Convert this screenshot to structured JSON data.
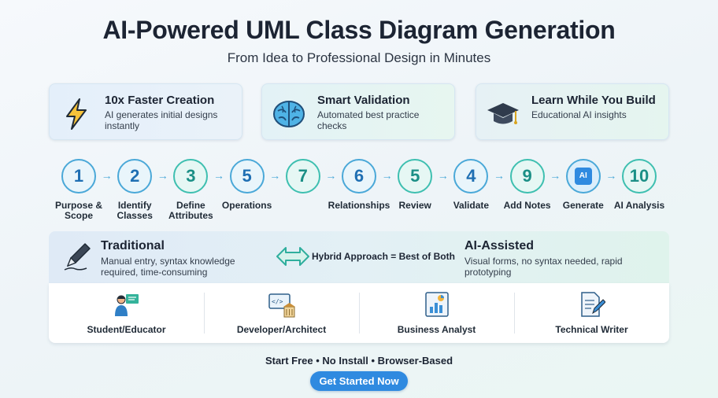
{
  "header": {
    "title": "AI-Powered UML Class Diagram Generation",
    "subtitle": "From Idea to Professional Design in Minutes"
  },
  "features": [
    {
      "title": "10x Faster Creation",
      "desc": "AI generates initial designs instantly",
      "icon": "lightning-icon"
    },
    {
      "title": "Smart Validation",
      "desc": "Automated best practice checks",
      "icon": "brain-icon"
    },
    {
      "title": "Learn While You Build",
      "desc": "Educational AI insights",
      "icon": "graduation-cap-icon"
    }
  ],
  "steps": [
    {
      "num": "1",
      "label": "Purpose & Scope"
    },
    {
      "num": "2",
      "label": "Identify Classes"
    },
    {
      "num": "3",
      "label": "Define Attributes"
    },
    {
      "num": "5",
      "label": "Operations"
    },
    {
      "num": "7",
      "label": ""
    },
    {
      "num": "6",
      "label": "Relationships"
    },
    {
      "num": "5",
      "label": "Review"
    },
    {
      "num": "4",
      "label": "Validate"
    },
    {
      "num": "9",
      "label": "Add Notes"
    },
    {
      "num": "AI",
      "label": "Generate"
    },
    {
      "num": "10",
      "label": "AI Analysis"
    }
  ],
  "comparison": {
    "traditional": {
      "title": "Traditional",
      "desc": "Manual entry, syntax knowledge required, time-consuming"
    },
    "hybrid": "Hybrid Approach = Best of Both",
    "ai": {
      "title": "AI-Assisted",
      "desc": "Visual forms, no syntax needed, rapid prototyping"
    }
  },
  "audience": [
    {
      "label": "Student/Educator",
      "icon": "teacher-icon"
    },
    {
      "label": "Developer/Architect",
      "icon": "developer-icon"
    },
    {
      "label": "Business Analyst",
      "icon": "analytics-icon"
    },
    {
      "label": "Technical Writer",
      "icon": "document-pen-icon"
    }
  ],
  "footer": {
    "tagline": "Start Free • No Install • Browser-Based",
    "cta": "Get Started Now"
  },
  "colors": {
    "accent": "#2f8ae0",
    "step_blue": "#4aa8d8",
    "step_teal": "#3ebfb0"
  }
}
